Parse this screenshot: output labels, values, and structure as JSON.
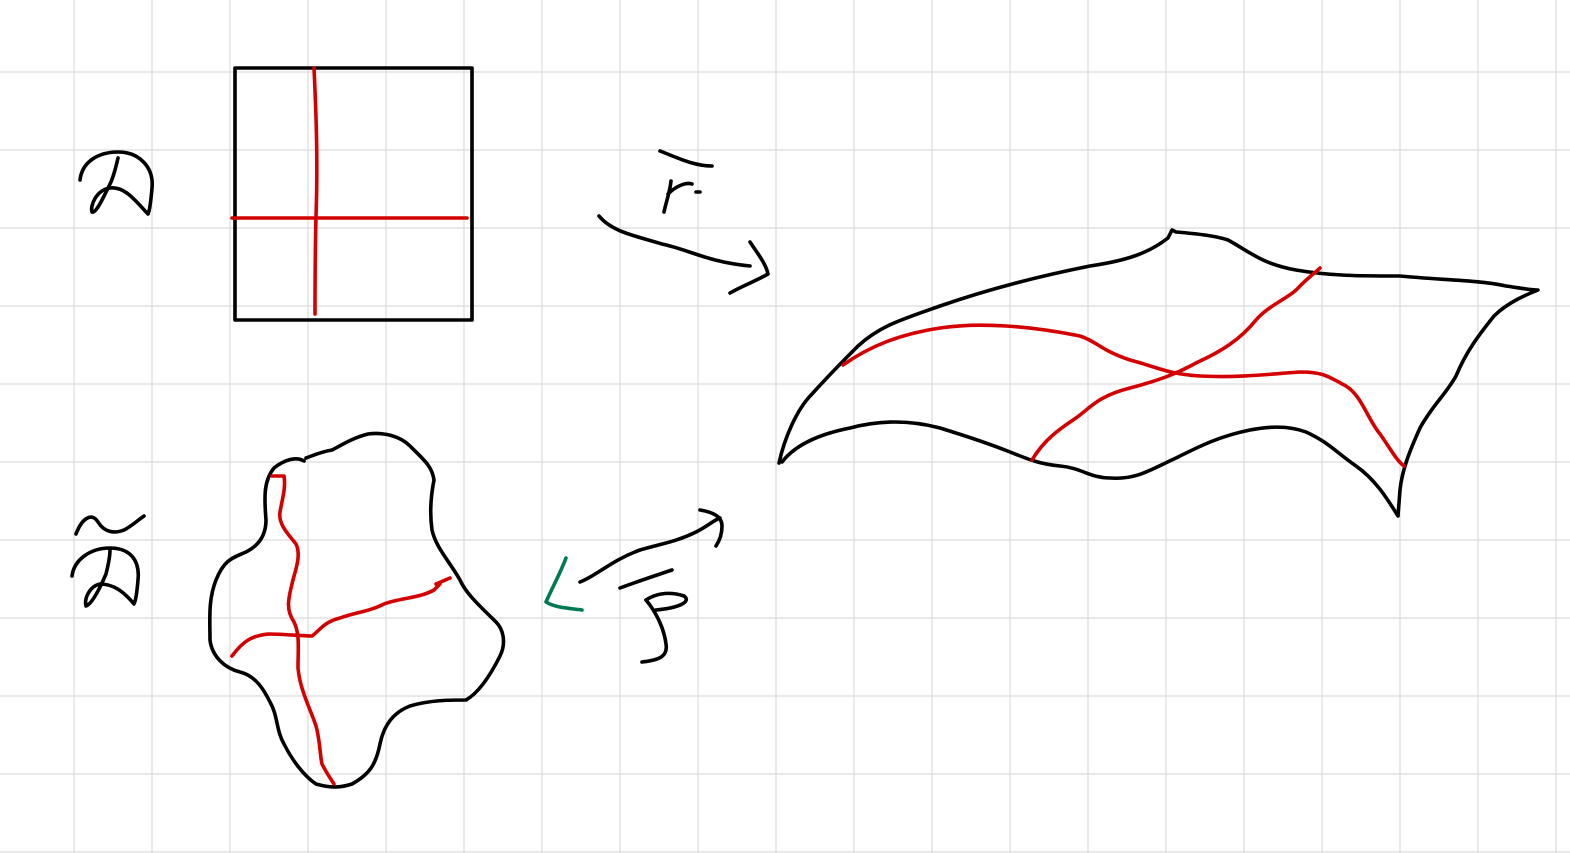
{
  "page": {
    "background": "#ffffff",
    "grid_color": "#dcdcdc",
    "ink_black": "#000000",
    "ink_red": "#d40000",
    "ink_green": "#007a55"
  },
  "labels": {
    "domain_d": "𝒟",
    "domain_d_tilde": "𝒟̃",
    "map_r": "r̄",
    "map_p": "p̄",
    "green_mark": "L"
  }
}
